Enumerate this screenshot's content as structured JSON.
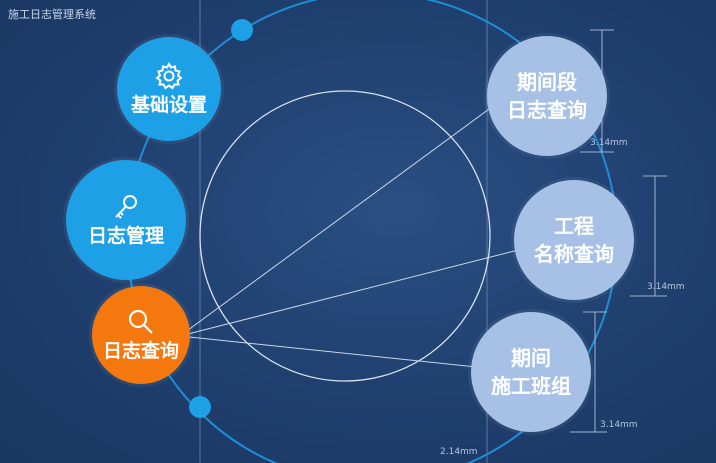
{
  "app": {
    "title": "施工日志管理系统"
  },
  "left_menu": [
    {
      "id": "basic-settings",
      "label": "基础设置",
      "icon": "gear-icon",
      "color": "#1ea0e6"
    },
    {
      "id": "log-management",
      "label": "日志管理",
      "icon": "key-icon",
      "color": "#1ea0e6"
    },
    {
      "id": "log-query",
      "label": "日志查询",
      "icon": "search-icon",
      "color": "#f4780e",
      "active": true
    }
  ],
  "right_options": [
    {
      "id": "period-log-query",
      "lines": [
        "期间段",
        "日志查询"
      ]
    },
    {
      "id": "project-name-query",
      "lines": [
        "工程",
        "名称查询"
      ]
    },
    {
      "id": "period-team-query",
      "lines": [
        "期间",
        "施工班组"
      ]
    }
  ],
  "dimensions": {
    "right_top": "3.14mm",
    "right_mid": "3.14mm",
    "right_bottom": "3.14mm",
    "bottom": "2.14mm"
  },
  "colors": {
    "background": "#1f3f6e",
    "accent_blue": "#1ea0e6",
    "accent_orange": "#f4780e",
    "pale_node": "#a7c1e6"
  }
}
